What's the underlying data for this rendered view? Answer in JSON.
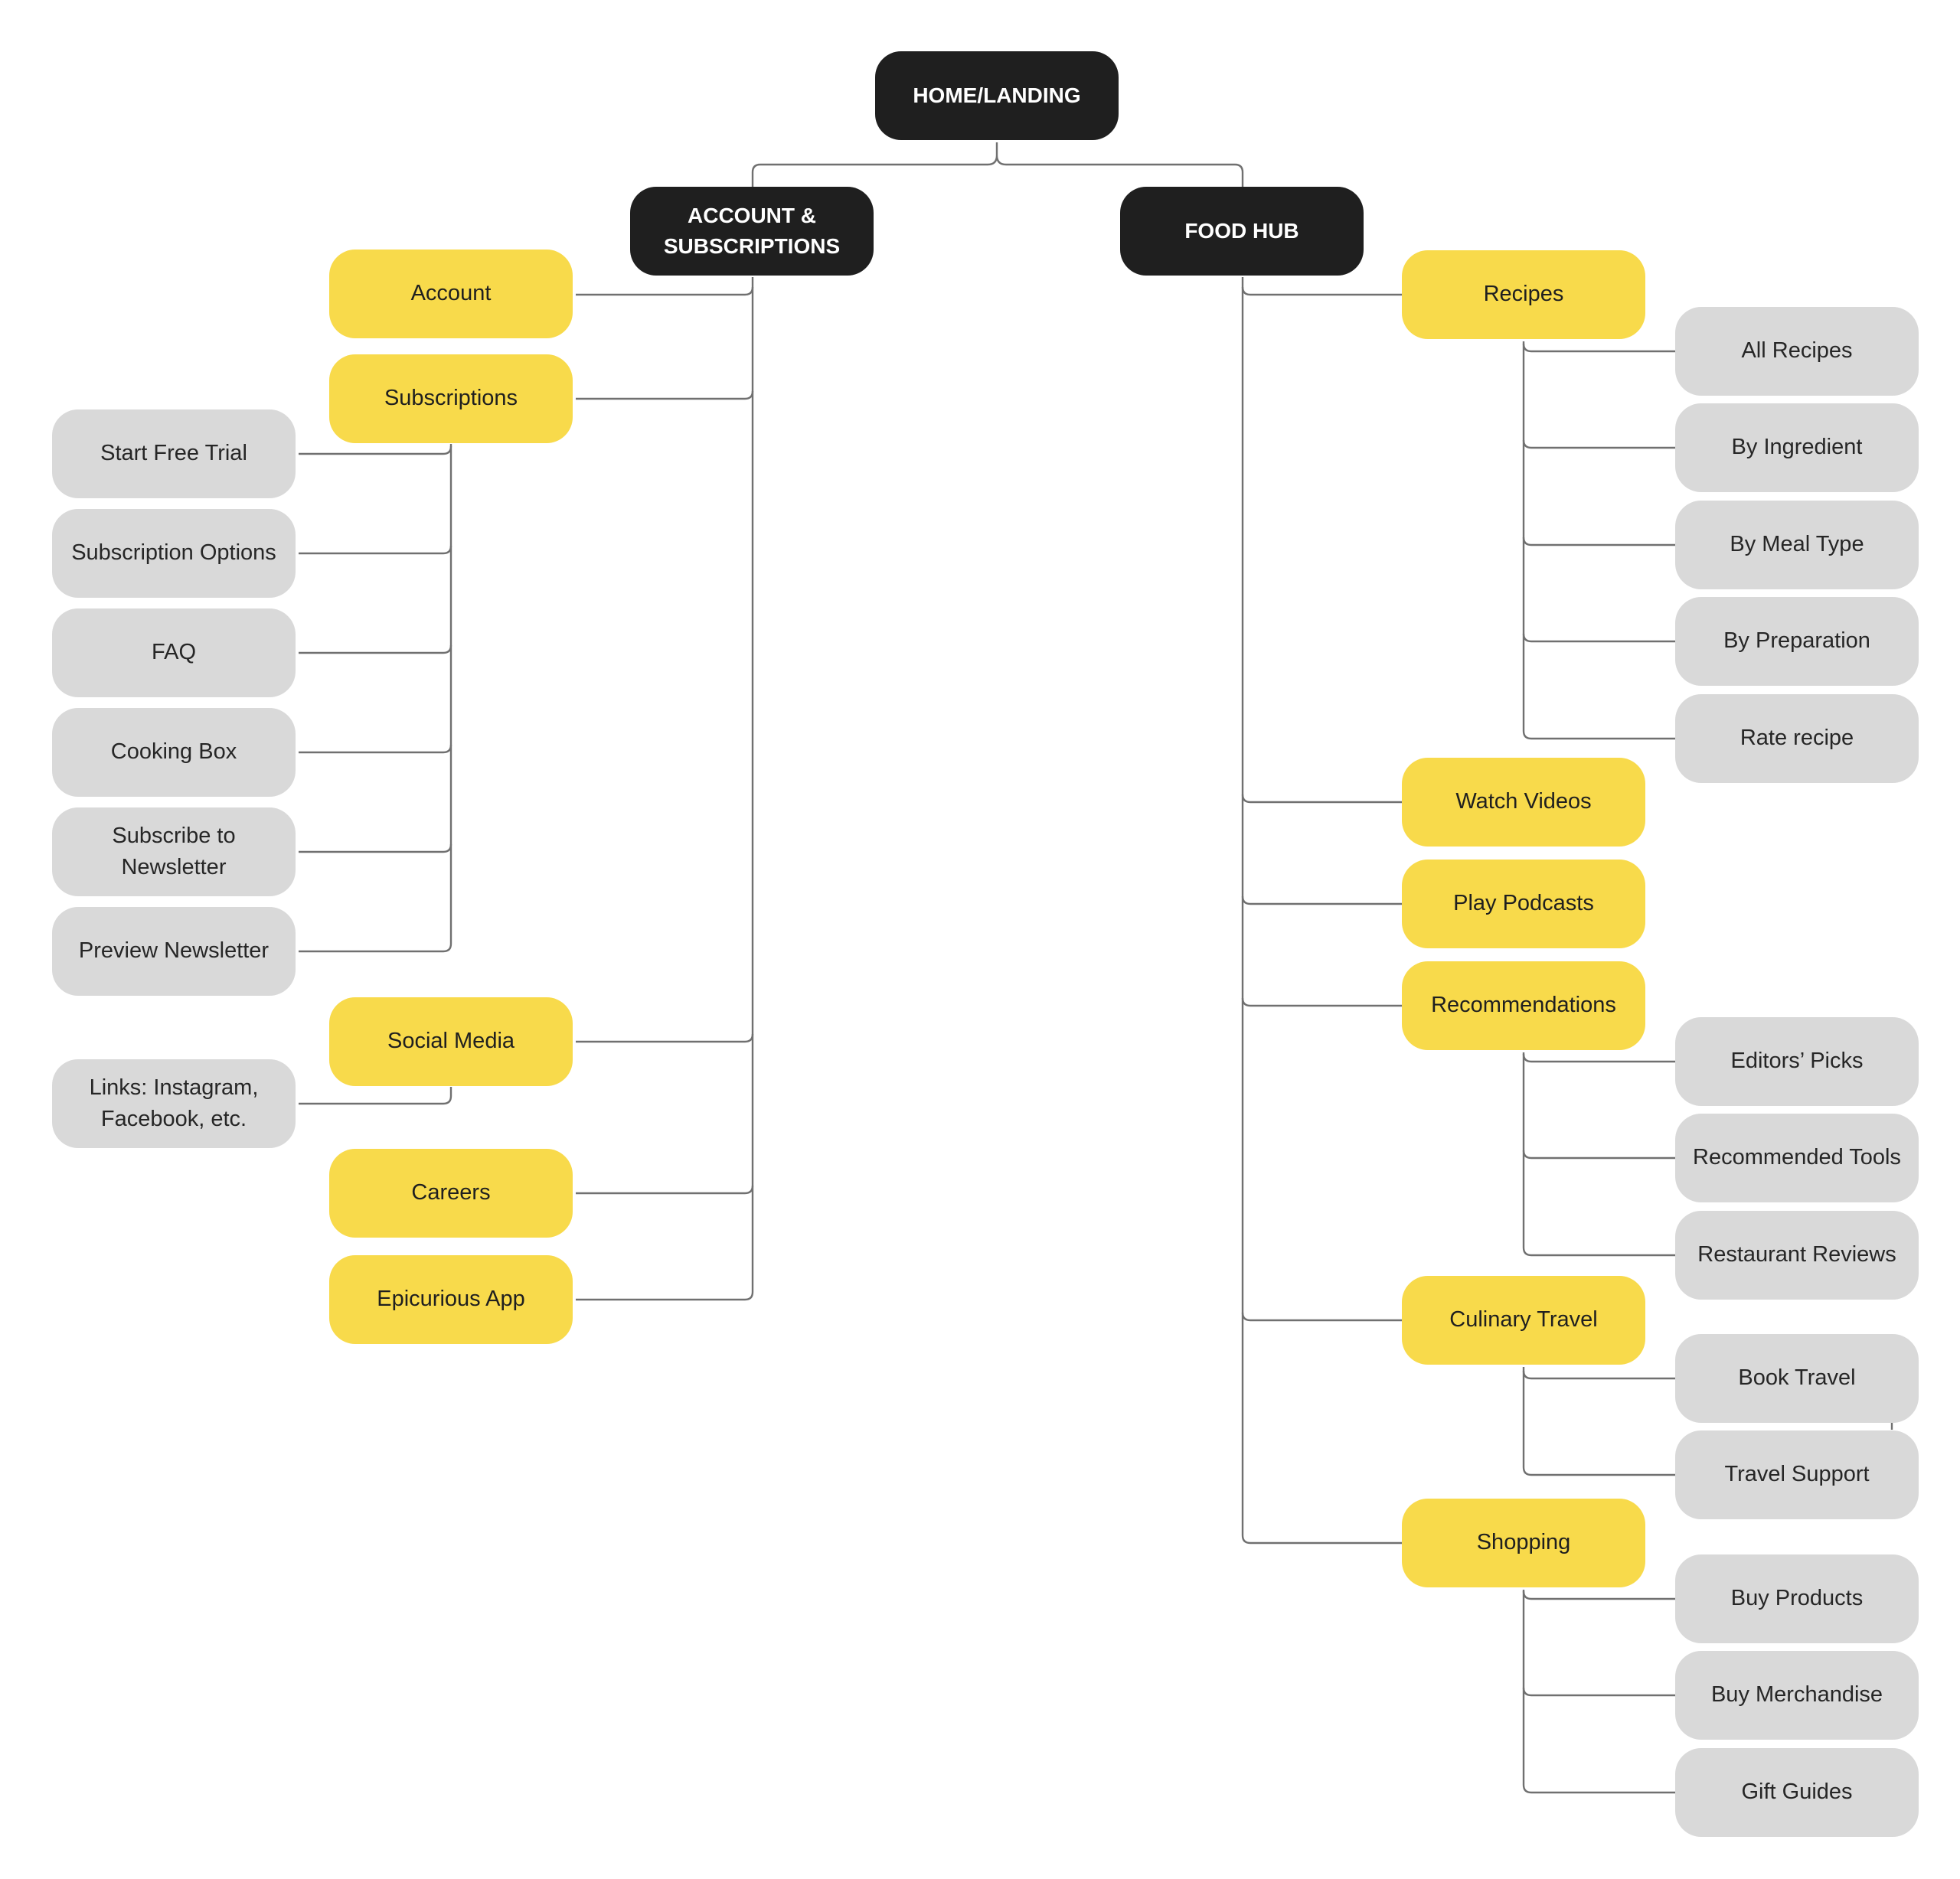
{
  "colors": {
    "top_level": "#1f1f1f",
    "section": "#f8da4b",
    "page": "#d9d9d9",
    "connector": "#707070",
    "background": "#ffffff"
  },
  "root": {
    "label": "HOME/LANDING"
  },
  "account_subscriptions": {
    "label": "ACCOUNT &\nSUBSCRIPTIONS",
    "account": {
      "label": "Account"
    },
    "subscriptions": {
      "label": "Subscriptions",
      "start_free_trial": "Start Free Trial",
      "subscription_options": "Subscription Options",
      "faq": "FAQ",
      "cooking_box": "Cooking Box",
      "subscribe_newsletter": "Subscribe to\nNewsletter",
      "preview_newsletter": "Preview Newsletter"
    },
    "social_media": {
      "label": "Social Media",
      "links": "Links: Instagram,\nFacebook, etc."
    },
    "careers": {
      "label": "Careers"
    },
    "epicurious_app": {
      "label": "Epicurious App"
    }
  },
  "food_hub": {
    "label": "FOOD HUB",
    "recipes": {
      "label": "Recipes",
      "all_recipes": "All Recipes",
      "by_ingredient": "By Ingredient",
      "by_meal_type": "By Meal Type",
      "by_preparation": "By Preparation",
      "rate_recipe": "Rate recipe"
    },
    "watch_videos": {
      "label": "Watch Videos"
    },
    "play_podcasts": {
      "label": "Play Podcasts"
    },
    "recommendations": {
      "label": "Recommendations",
      "editors_picks": "Editors’ Picks",
      "recommended_tools": "Recommended Tools",
      "restaurant_reviews": "Restaurant Reviews"
    },
    "culinary_travel": {
      "label": "Culinary Travel",
      "book_travel": "Book Travel",
      "travel_support": "Travel Support"
    },
    "shopping": {
      "label": "Shopping",
      "buy_products": "Buy Products",
      "buy_merchandise": "Buy Merchandise",
      "gift_guides": "Gift Guides"
    }
  }
}
